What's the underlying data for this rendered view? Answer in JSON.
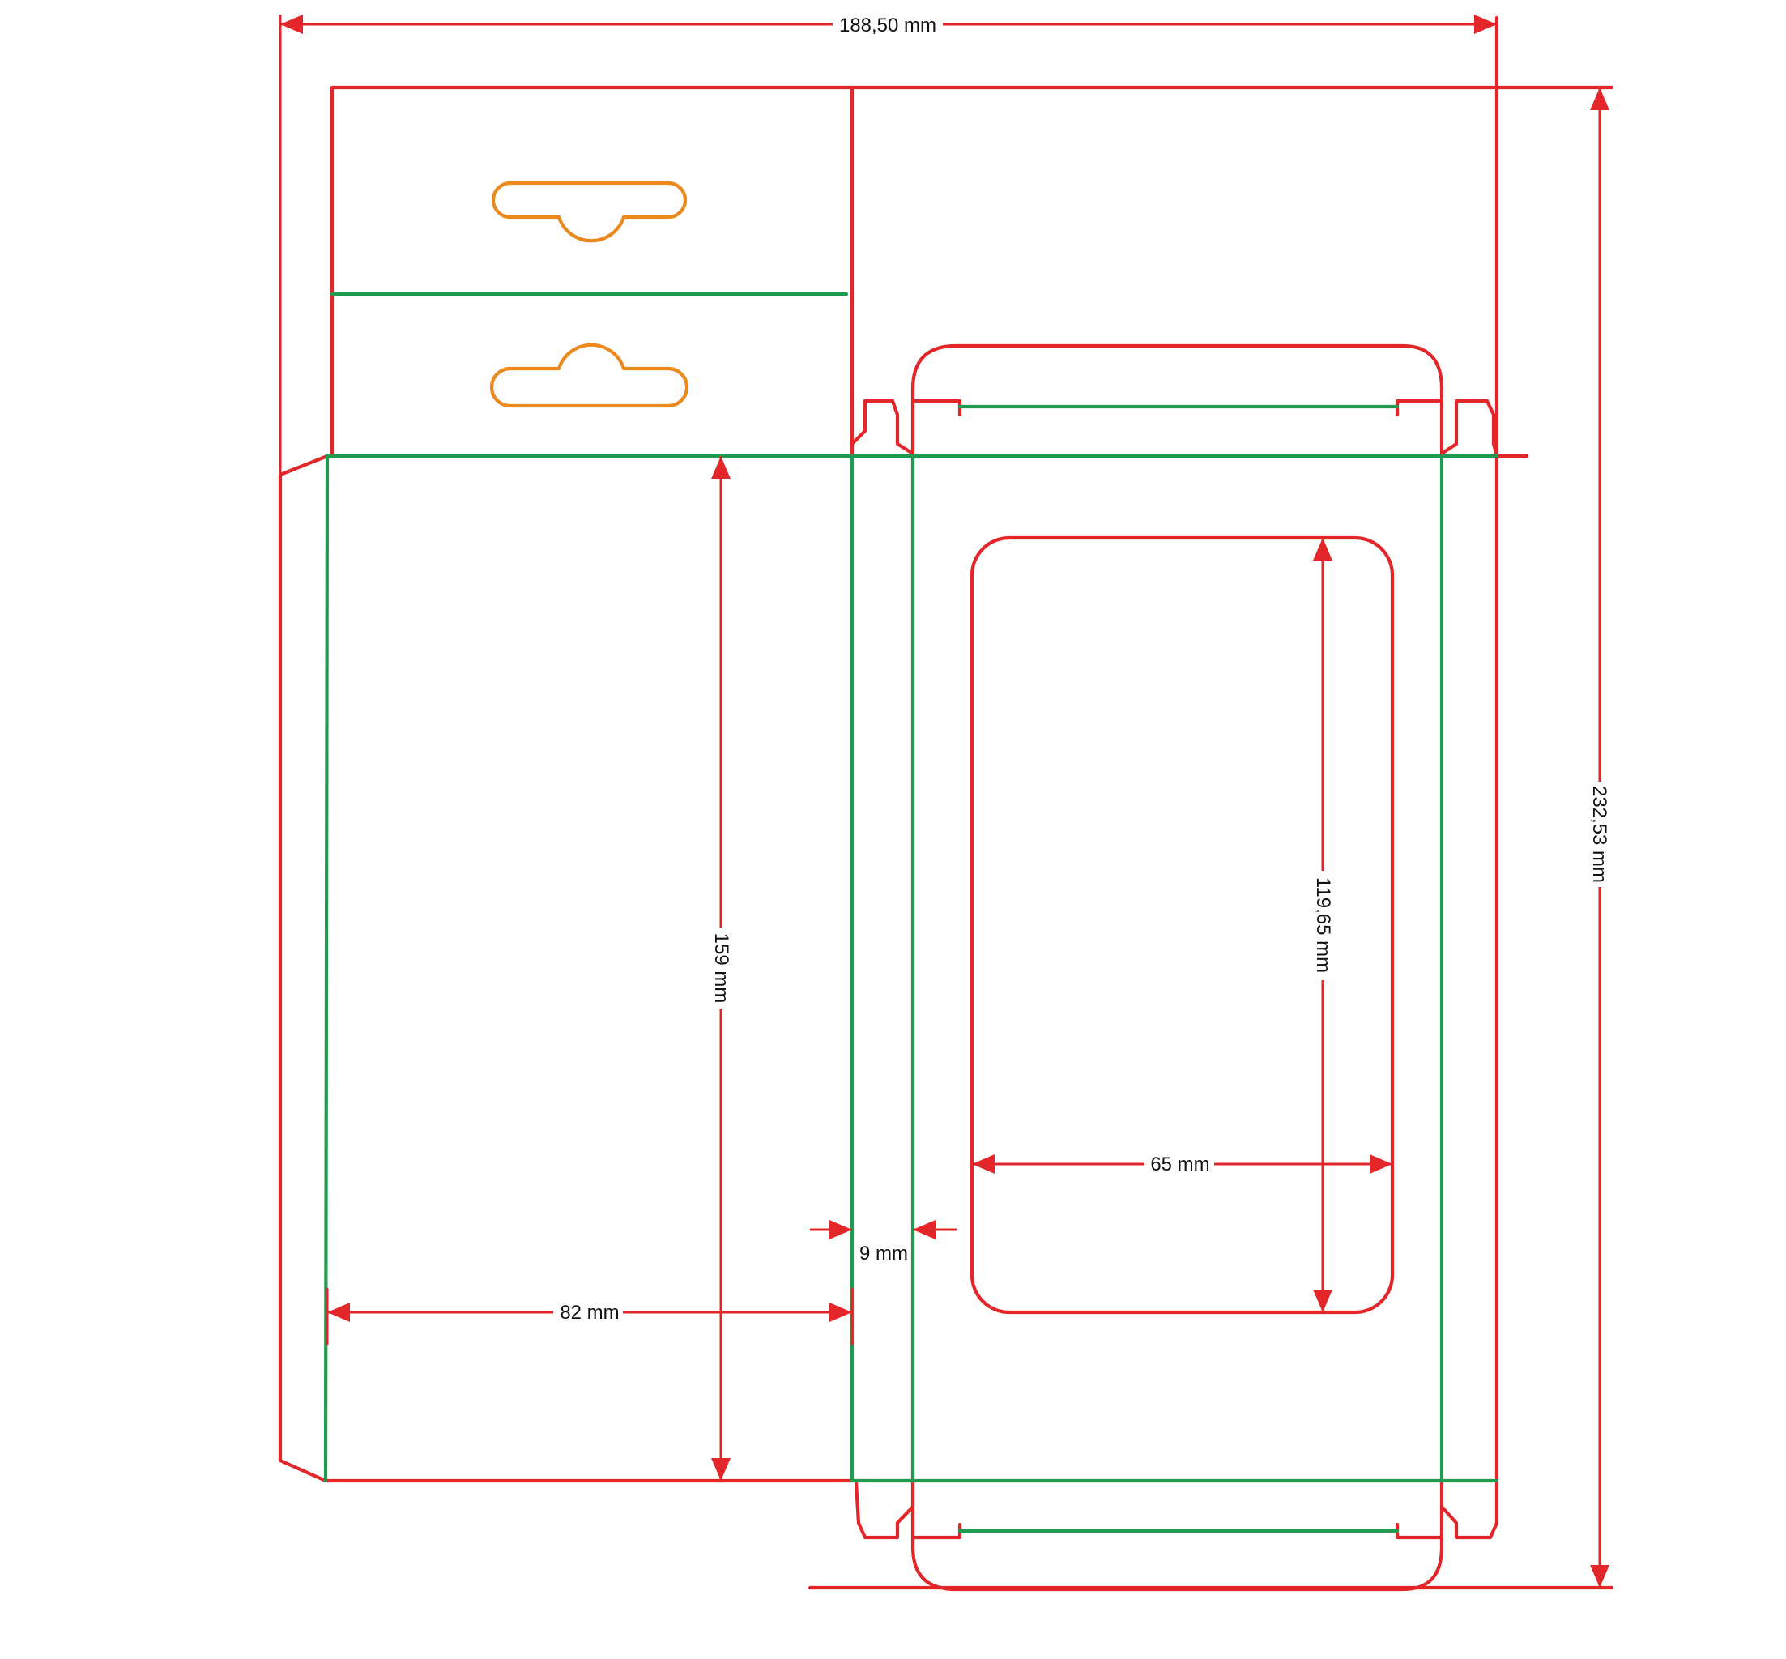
{
  "colors": {
    "cut_line": "#e3262a",
    "crease_line": "#1f9a4e",
    "hang_hole": "#ea8a1e",
    "dimension": "#e3262a",
    "background": "#ffffff"
  },
  "dimensions": {
    "total_width": "188,50 mm",
    "total_height": "232,53 mm",
    "panel_height": "159 mm",
    "panel_width": "82 mm",
    "side_width": "9 mm",
    "window_width": "65 mm",
    "window_height": "119,65 mm"
  },
  "icons": {
    "hang_hole_top": "euro-slot-hang-hole-icon",
    "hang_hole_bottom": "euro-slot-hang-hole-icon"
  }
}
